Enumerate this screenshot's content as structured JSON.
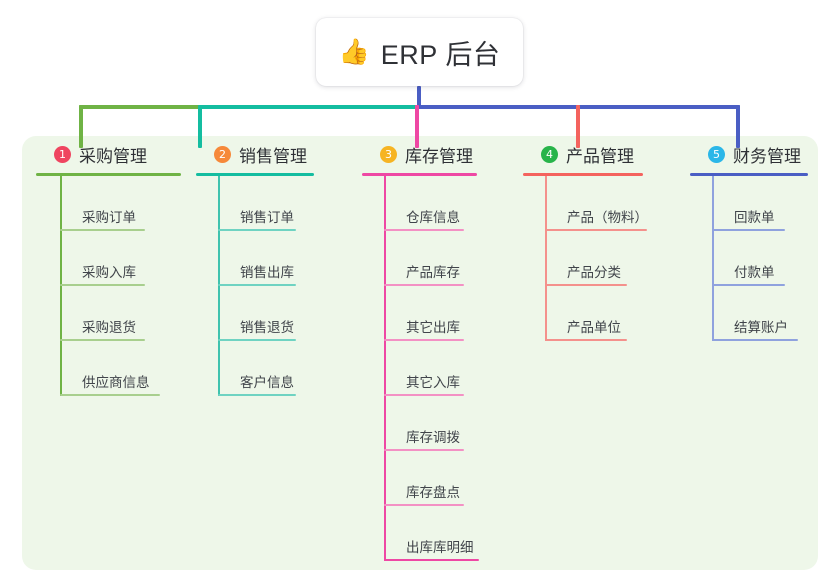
{
  "diagram": {
    "type": "org-chart",
    "root": {
      "emoji": "👍",
      "emoji_name": "thumbs-up-emoji",
      "title": "ERP 后台"
    },
    "panel_background": "#eef7e9",
    "canvas_background": "#ffffff",
    "trunk_color": "#4a5ec4",
    "branch_bar": [
      {
        "name": "green-segment",
        "color": "#6fb345"
      },
      {
        "name": "teal-segment",
        "color": "#14bda0"
      },
      {
        "name": "blue-segment",
        "color": "#4a5ec4"
      }
    ],
    "columns": [
      {
        "index": "1",
        "badge": "1",
        "badge_color": "#ef4560",
        "title": "采购管理",
        "line_color": "#6fb345",
        "items": [
          "采购订单",
          "采购入库",
          "采购退货",
          "供应商信息"
        ]
      },
      {
        "index": "2",
        "badge": "2",
        "badge_color": "#f6893a",
        "title": "销售管理",
        "line_color": "#14bda0",
        "items": [
          "销售订单",
          "销售出库",
          "销售退货",
          "客户信息"
        ]
      },
      {
        "index": "3",
        "badge": "3",
        "badge_color": "#f6b423",
        "title": "库存管理",
        "line_color": "#ee48a4",
        "items": [
          "仓库信息",
          "产品库存",
          "其它出库",
          "其它入库",
          "库存调拨",
          "库存盘点",
          "出库库明细"
        ]
      },
      {
        "index": "4",
        "badge": "4",
        "badge_color": "#28b44a",
        "title": "产品管理",
        "line_color": "#f4635e",
        "items": [
          "产品（物料）",
          "产品分类",
          "产品单位"
        ]
      },
      {
        "index": "5",
        "badge": "5",
        "badge_color": "#2bb7e8",
        "title": "财务管理",
        "line_color": "#6f86d6",
        "items": [
          "回款单",
          "付款单",
          "结算账户"
        ]
      }
    ]
  }
}
